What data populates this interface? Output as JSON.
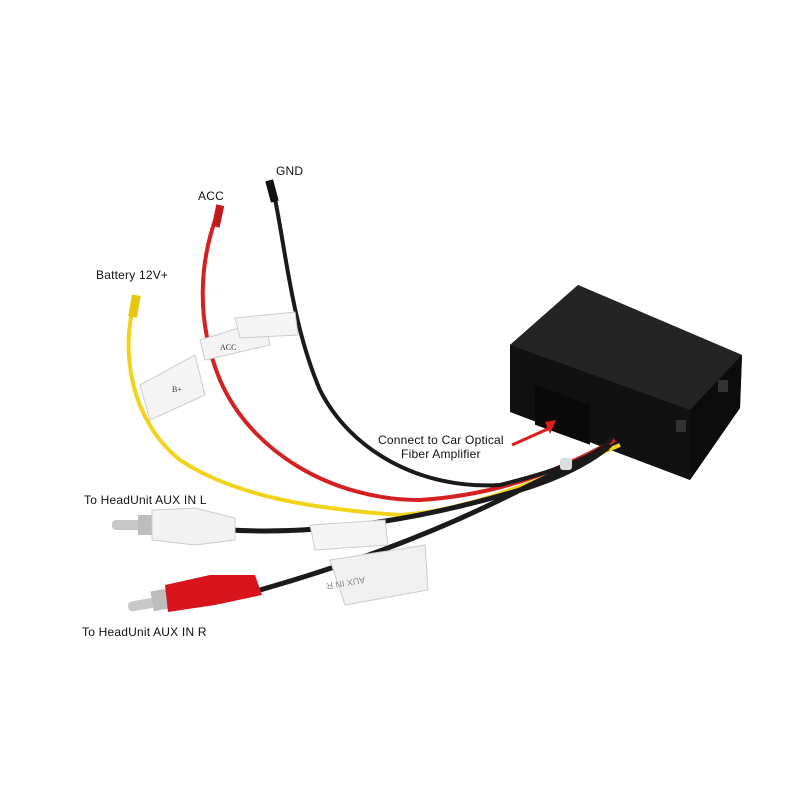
{
  "labels": {
    "gnd": "GND",
    "acc": "ACC",
    "battery": "Battery 12V+",
    "connect_line1": "Connect to Car Optical",
    "connect_line2": "Fiber Amplifier",
    "aux_l": "To HeadUnit AUX IN L",
    "aux_r": "To HeadUnit AUX IN R"
  },
  "wire_tags": {
    "acc_tag": "ACC",
    "battery_tag": "B+",
    "aux_tag": "AUX IN R"
  },
  "colors": {
    "yellow_wire": "#f2d21a",
    "red_wire": "#d42020",
    "black_wire": "#1a1a1a",
    "box": "#141414",
    "arrow": "#e01b1b",
    "rca_red": "#d8141c",
    "rca_white": "#f2f2f2"
  }
}
